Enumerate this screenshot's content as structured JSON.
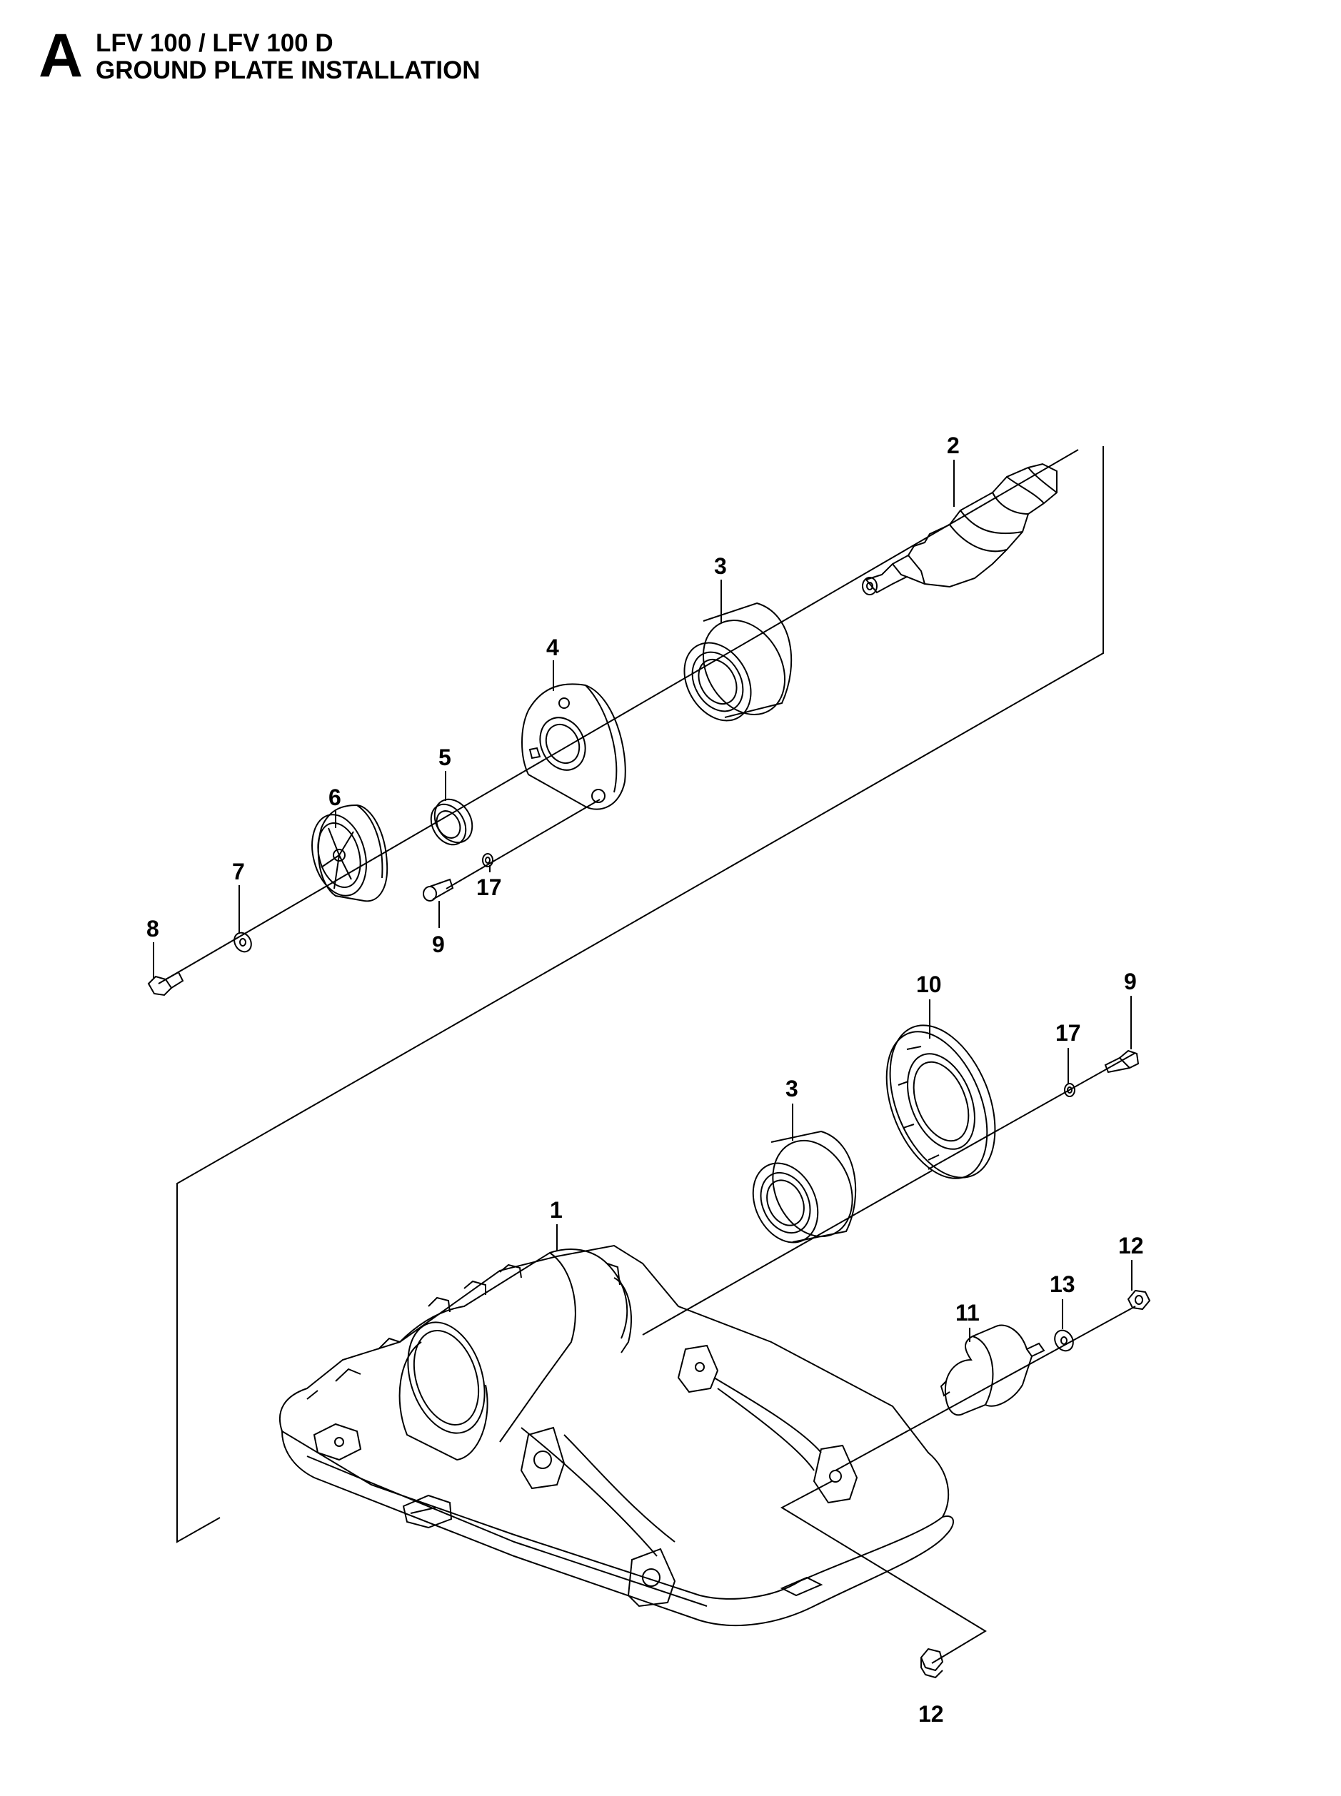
{
  "header": {
    "section_letter": "A",
    "model_line": "LFV 100 / LFV 100 D",
    "title_line": "GROUND PLATE INSTALLATION"
  },
  "callouts": {
    "c_2": "2",
    "c_3_upper": "3",
    "c_4": "4",
    "c_5": "5",
    "c_6": "6",
    "c_7": "7",
    "c_8": "8",
    "c_9_upper": "9",
    "c_17_upper": "17",
    "c_10": "10",
    "c_9_right": "9",
    "c_17_right": "17",
    "c_3_lower": "3",
    "c_1": "1",
    "c_11": "11",
    "c_13": "13",
    "c_12_upper": "12",
    "c_12_lower": "12"
  }
}
